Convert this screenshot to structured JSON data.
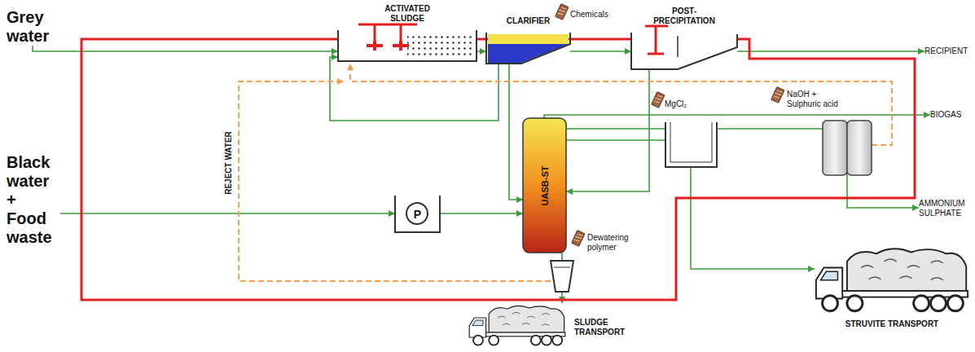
{
  "diagram": {
    "nodes": [
      {
        "text": [
          "Grey water"
        ]
      },
      {
        "text": [
          "Black water + Food waste"
        ]
      },
      {
        "text": [
          "ACTIVATED SLUDGE"
        ]
      },
      {
        "text": [
          "CLARIFIER"
        ]
      },
      {
        "text": [
          "POST- PRECIPITATION"
        ]
      },
      {
        "text": [
          "RECIPIENT"
        ]
      },
      {
        "text": [
          "BIOGAS"
        ]
      },
      {
        "text": [
          "P"
        ]
      },
      {
        "text": [
          "UASB-ST"
        ]
      },
      {
        "text": [
          "AMMONIUM SULPHATE"
        ]
      },
      {
        "text": [
          "SLUDGE TRANSPORT"
        ]
      },
      {
        "text": [
          "STRUVITE TRANSPORT"
        ]
      }
    ],
    "edges": [
      {
        "from": 0,
        "to": 2,
        "arrow": "to"
      },
      {
        "from": 2,
        "to": 3,
        "arrow": "to"
      },
      {
        "from": 3,
        "to": 4,
        "arrow": "to"
      },
      {
        "from": 4,
        "to": 5,
        "arrow": "to"
      },
      {
        "from": 1,
        "to": 7,
        "arrow": "to"
      },
      {
        "from": 7,
        "to": 8,
        "arrow": "to"
      },
      {
        "from": 3,
        "to": 8,
        "arrow": "to"
      },
      {
        "from": 3,
        "to": 2,
        "arrow": "to"
      },
      {
        "from": 4,
        "to": 8,
        "arrow": "to"
      },
      {
        "from": 8,
        "to": 6,
        "arrow": "to"
      },
      {
        "from": 8,
        "to": 11,
        "arrow": "to"
      },
      {
        "from": 8,
        "to": 9,
        "arrow": "to"
      },
      {
        "from": 8,
        "to": 10,
        "arrow": "to"
      }
    ],
    "labels": [
      "Chemicals",
      "MgCl₂",
      "NaOH + Sulphuric acid",
      "Dewatering polymer",
      "REJECT WATER"
    ]
  }
}
